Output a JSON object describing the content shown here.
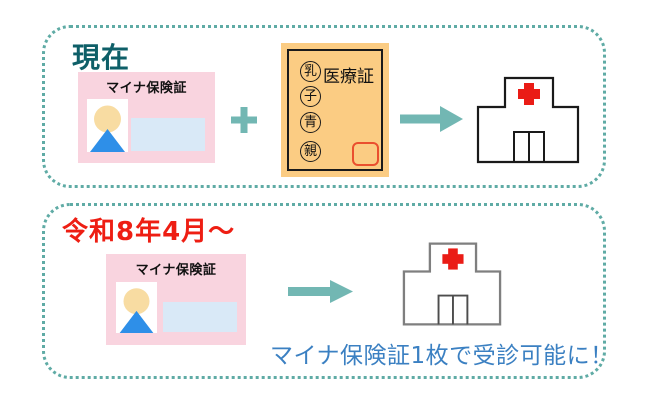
{
  "colors": {
    "panel_border_teal": "#5FABA5",
    "title_teal": "#0E5F68",
    "title_red": "#EE1E13",
    "caption_blue": "#3B80C2",
    "arrow_teal": "#72B7B3",
    "myna_card_pink": "#F9D4DF",
    "photo_skin": "#F8DCA2",
    "photo_body_blue": "#2E8FE8",
    "id_strip_blue": "#D9E9F7",
    "medical_card_orange": "#FBCC83",
    "stamp_box_red": "#EA4F2E",
    "hospital_cross_red": "#EA1C16",
    "hospital_outline_current": "#1A1A1A",
    "hospital_outline_future": "#7F7F7F"
  },
  "sections": {
    "current": {
      "title": "現在",
      "myna_card_label": "マイナ保険証",
      "medical_card": {
        "title": "医療証",
        "stamps": [
          "乳",
          "子",
          "青",
          "親"
        ]
      }
    },
    "future": {
      "title": "令和8年4月～",
      "myna_card_label": "マイナ保険証",
      "caption": "マイナ保険証1枚で受診可能に！"
    }
  },
  "icons": {
    "plus": "plus-icon",
    "arrow": "arrow-right-icon",
    "hospital": "hospital-icon",
    "cross": "red-cross-icon",
    "person": "person-portrait-icon"
  }
}
